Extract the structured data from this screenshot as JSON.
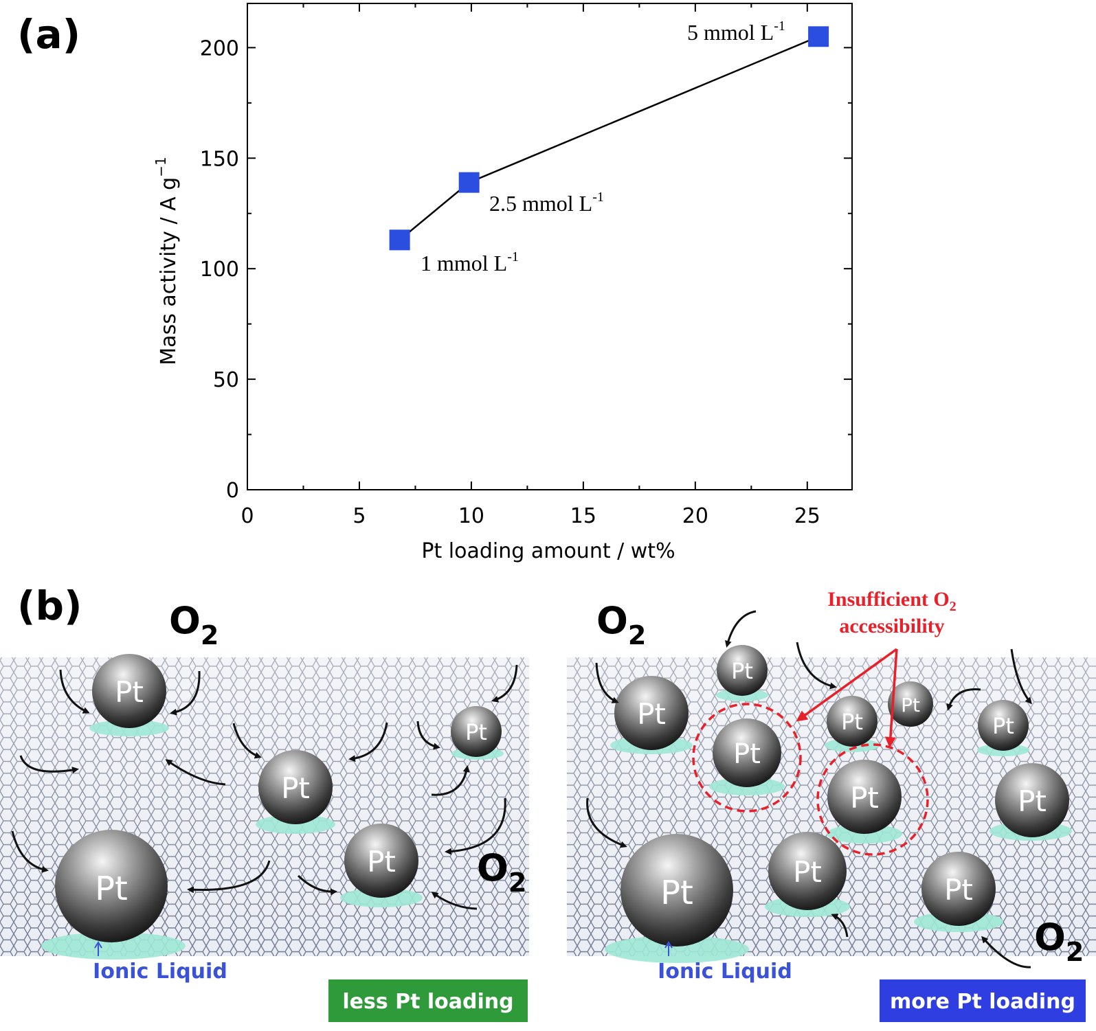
{
  "panel_a_label": "(a)",
  "panel_b_label": "(b)",
  "chart_data": {
    "type": "line",
    "xlabel": "Pt loading amount / wt%",
    "ylabel": "Mass activity / A g",
    "ylabel_sup": "−1",
    "xlim": [
      0,
      27
    ],
    "ylim": [
      0,
      220
    ],
    "xticks": [
      0,
      5,
      10,
      15,
      20,
      25
    ],
    "yticks": [
      0,
      50,
      100,
      150,
      200
    ],
    "grid": false,
    "series": [
      {
        "x": [
          6.8,
          9.9,
          25.5
        ],
        "y": [
          113,
          139,
          205
        ],
        "marker": "square",
        "color": "#2b4de0"
      }
    ],
    "annotations": [
      {
        "text": "1 mmol L",
        "sup": "-1"
      },
      {
        "text": "2.5 mmol L",
        "sup": "-1"
      },
      {
        "text": "5 mmol L",
        "sup": "-1"
      }
    ]
  },
  "illustration": {
    "left": {
      "o2_label": "O",
      "o2_sub": "2",
      "particle_label": "Pt",
      "ionic_liquid_label": "Ionic Liquid",
      "box_label": "less Pt loading",
      "box_color": "#2e9a3a"
    },
    "right": {
      "o2_label": "O",
      "o2_sub": "2",
      "particle_label": "Pt",
      "ionic_liquid_label": "Ionic Liquid",
      "box_label": "more Pt loading",
      "box_color": "#2f3ee0",
      "callout_line1": "Insufficient O",
      "callout_sub": "2",
      "callout_line2": "accessibility",
      "callout_color": "#e8202a"
    },
    "ionic_liquid_color": "#3a52d8"
  }
}
